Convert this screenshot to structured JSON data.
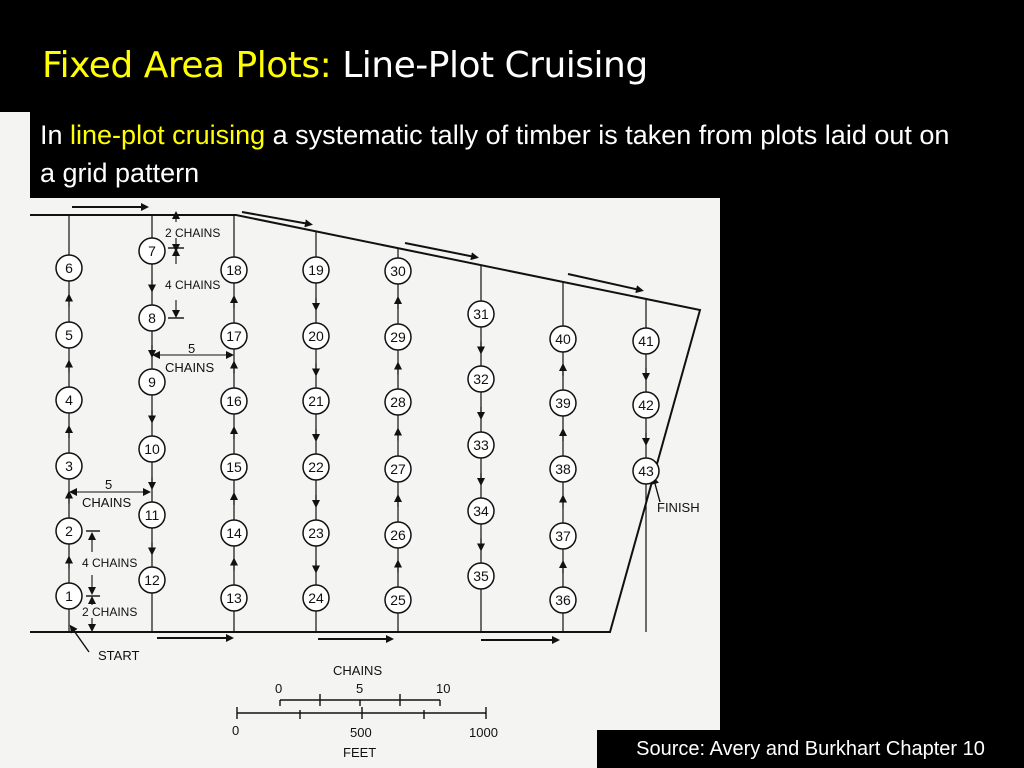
{
  "title": {
    "part1": "Fixed Area Plots:",
    "part2": "Line-Plot Cruising"
  },
  "subtitle": {
    "lead": "In ",
    "highlight": "line-plot cruising",
    "rest": " a systematic tally of timber is taken from plots laid out on a grid pattern"
  },
  "source": "Source: Avery and Burkhart Chapter 10",
  "labels": {
    "start": "START",
    "finish": "FINISH",
    "chains_2_top": "2 CHAINS",
    "chains_4_top": "4 CHAINS",
    "chains_5_mid_num": "5",
    "chains_5_mid_word": "CHAINS",
    "chains_5_left_num": "5",
    "chains_5_left_word": "CHAINS",
    "chains_4_bottom": "4 CHAINS",
    "chains_2_bottom": "2 CHAINS"
  },
  "scale": {
    "chains_title": "CHAINS",
    "chains_ticks": [
      "0",
      "5",
      "10"
    ],
    "feet_title": "FEET",
    "feet_ticks": [
      "0",
      "500",
      "1000"
    ]
  },
  "plots": [
    {
      "n": "1"
    },
    {
      "n": "2"
    },
    {
      "n": "3"
    },
    {
      "n": "4"
    },
    {
      "n": "5"
    },
    {
      "n": "6"
    },
    {
      "n": "7"
    },
    {
      "n": "8"
    },
    {
      "n": "9"
    },
    {
      "n": "10"
    },
    {
      "n": "11"
    },
    {
      "n": "12"
    },
    {
      "n": "13"
    },
    {
      "n": "14"
    },
    {
      "n": "15"
    },
    {
      "n": "16"
    },
    {
      "n": "17"
    },
    {
      "n": "18"
    },
    {
      "n": "19"
    },
    {
      "n": "20"
    },
    {
      "n": "21"
    },
    {
      "n": "22"
    },
    {
      "n": "23"
    },
    {
      "n": "24"
    },
    {
      "n": "25"
    },
    {
      "n": "26"
    },
    {
      "n": "27"
    },
    {
      "n": "28"
    },
    {
      "n": "29"
    },
    {
      "n": "30"
    },
    {
      "n": "31"
    },
    {
      "n": "32"
    },
    {
      "n": "33"
    },
    {
      "n": "34"
    },
    {
      "n": "35"
    },
    {
      "n": "36"
    },
    {
      "n": "37"
    },
    {
      "n": "38"
    },
    {
      "n": "39"
    },
    {
      "n": "40"
    },
    {
      "n": "41"
    },
    {
      "n": "42"
    },
    {
      "n": "43"
    }
  ]
}
